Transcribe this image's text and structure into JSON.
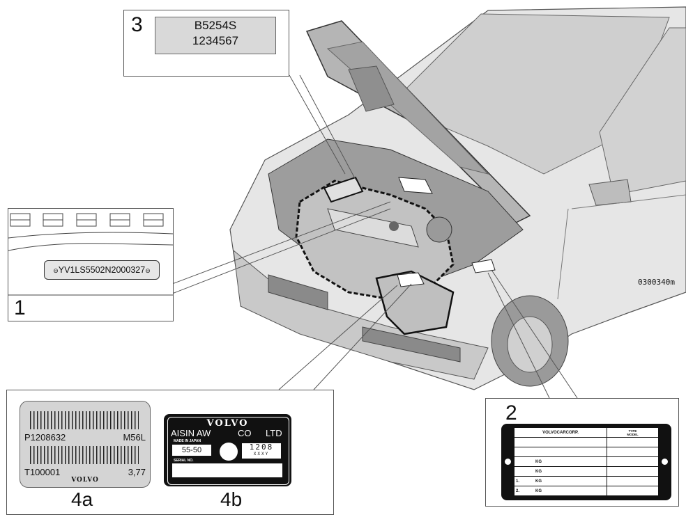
{
  "figure_code": "0300340m",
  "callout_1": {
    "number": "1",
    "vin": "YV1LS5502N2000327"
  },
  "callout_2": {
    "number": "2",
    "header_left": "VOLVOCARCORP.",
    "header_right_line1": "TYPE",
    "header_right_line2": "MODEL",
    "rows": [
      "",
      "",
      "KG",
      "KG",
      "KG",
      "KG"
    ],
    "row_prefix": [
      "",
      "",
      "",
      "",
      "1.",
      "2."
    ]
  },
  "callout_3": {
    "number": "3",
    "line1": "B5254S",
    "line2": "1234567"
  },
  "callout_4": {
    "label_4a": "4a",
    "label_4b": "4b",
    "plate_4a": {
      "part": "P1208632",
      "model": "M56L",
      "serial": "T100001",
      "ratio": "3,77",
      "brand": "VOLVO"
    },
    "plate_4b": {
      "brand": "VOLVO",
      "maker_left": "AISIN AW",
      "maker_mid": "CO",
      "maker_right": "LTD",
      "made_in": "MADE IN JAPAN",
      "model": "55-50",
      "code_top": "1208",
      "code_bottom": "XXXY",
      "serial_label": "SERIAL NO."
    }
  }
}
